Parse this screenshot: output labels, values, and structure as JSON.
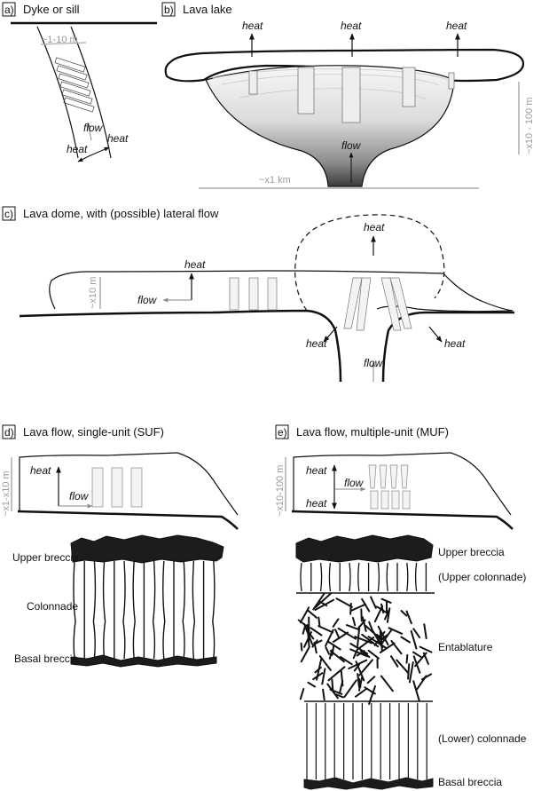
{
  "panels": {
    "a": {
      "letter": "a)",
      "title": "Dyke or sill",
      "scale": "~1-10 m",
      "flow": "flow",
      "heat": "heat"
    },
    "b": {
      "letter": "b)",
      "title": "Lava lake",
      "heat": "heat",
      "flow": "flow",
      "scale_width": "~x1 km",
      "scale_depth": "~x10 - 100 m"
    },
    "c": {
      "letter": "c)",
      "title": "Lava dome, with (possible) lateral flow",
      "heat": "heat",
      "flow": "flow",
      "scale": "~x10 m"
    },
    "d": {
      "letter": "d)",
      "title": "Lava flow, single-unit (SUF)",
      "heat": "heat",
      "flow": "flow",
      "scale": "~x1-x10 m",
      "labels": {
        "upper": "Upper breccia",
        "colonnade": "Colonnade",
        "basal": "Basal breccia"
      }
    },
    "e": {
      "letter": "e)",
      "title": "Lava flow, multiple-unit (MUF)",
      "heat": "heat",
      "flow": "flow",
      "scale": "~x10-100 m",
      "labels": {
        "upper": "Upper breccia",
        "upper_colonnade": "(Upper colonnade)",
        "entablature": "Entablature",
        "lower_colonnade": "(Lower) colonnade",
        "basal": "Basal breccia"
      }
    }
  }
}
